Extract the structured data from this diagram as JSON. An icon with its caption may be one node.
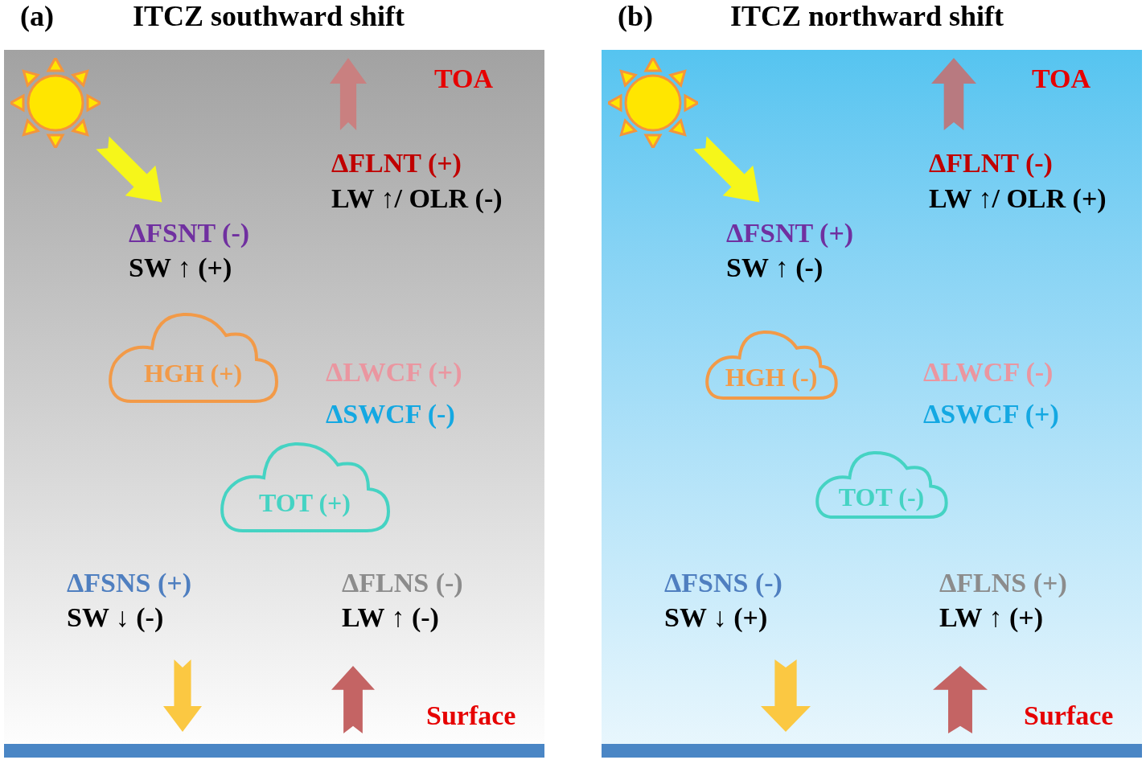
{
  "diagram": {
    "nodes": [
      {
        "text": [
          "HGH (+)"
        ]
      },
      {
        "text": [
          "TOT (+)"
        ]
      },
      {
        "text": [
          "HGH (-)"
        ]
      },
      {
        "text": [
          "TOT (-)"
        ]
      }
    ],
    "labels": [
      "(a)",
      "ITCZ southward shift",
      "TOA",
      "ΔFLNT (+)",
      "LW ↑/ OLR (-)",
      "ΔFSNT (-)",
      "SW ↑ (+)",
      "ΔLWCF (+)",
      "ΔSWCF (-)",
      "ΔFSNS (+)",
      "SW ↓ (-)",
      "ΔFLNS (-)",
      "LW ↑ (-)",
      "Surface",
      "(b)",
      "ITCZ northward shift",
      "TOA",
      "ΔFLNT (-)",
      "LW ↑/ OLR (+)",
      "ΔFSNT (+)",
      "SW ↑ (-)",
      "ΔLWCF (-)",
      "ΔSWCF (+)",
      "ΔFSNS (-)",
      "SW ↓ (+)",
      "ΔFLNS (+)",
      "LW ↑ (+)",
      "Surface"
    ]
  }
}
